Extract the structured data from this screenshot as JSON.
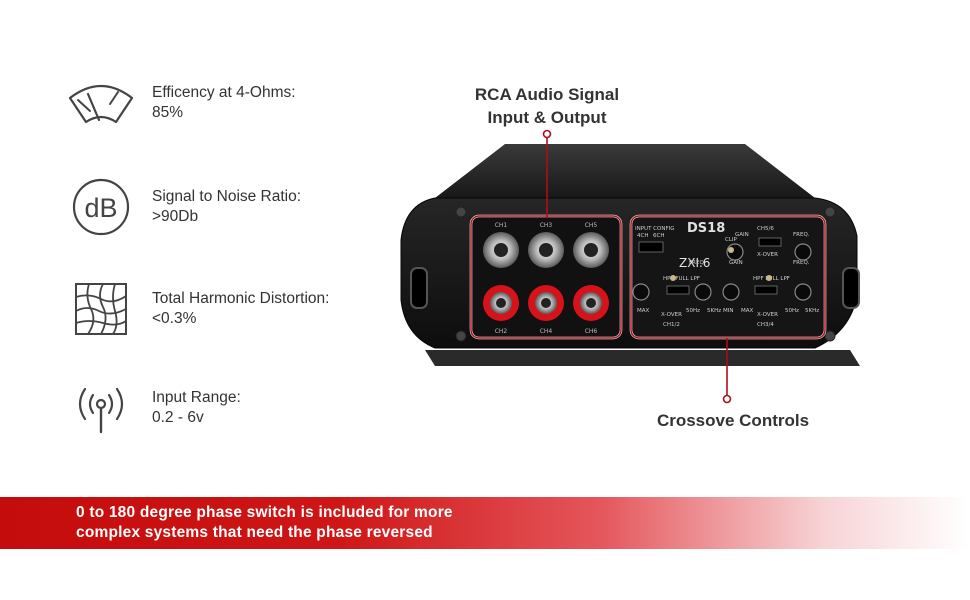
{
  "specs": [
    {
      "icon": "efficiency-gauge-icon",
      "label": "Efficency at 4-Ohms:",
      "value": "85%"
    },
    {
      "icon": "decibel-icon",
      "icon_text": "dB",
      "label": "Signal to Noise Ratio:",
      "value": ">90Db"
    },
    {
      "icon": "distortion-grid-icon",
      "label": "Total Harmonic Distortion:",
      "value": "<0.3%"
    },
    {
      "icon": "signal-antenna-icon",
      "label": "Input Range:",
      "value": "0.2 - 6v"
    }
  ],
  "callouts": {
    "rca_line1": "RCA Audio Signal",
    "rca_line2": "Input & Output",
    "crossover": "Crossove Controls"
  },
  "banner": {
    "line1": "0 to 180 degree phase switch is included for more",
    "line2": "complex systems that need the phase reversed"
  },
  "amplifier": {
    "brand": "DS18",
    "model": "ZXI.6",
    "rca_top_labels": [
      "CH1",
      "CH3",
      "CH5"
    ],
    "rca_bottom_labels": [
      "CH2",
      "CH4",
      "CH6"
    ],
    "panel": {
      "input_config": "INPUT CONFIG",
      "mode_a": "4CH",
      "mode_b": "6CH",
      "ch56": "CH5/6",
      "ch12": "CH1/2",
      "ch34": "CH3/4",
      "gain": "GAIN",
      "freq": "FREQ.",
      "clip": "CLIP",
      "min": "MIN",
      "max": "MAX",
      "xover": "X-OVER",
      "hpf_full_lpf": "HPF FULL LPF",
      "hz50": "50Hz",
      "khz5": "5KHz"
    }
  },
  "colors": {
    "accent_red": "#c40c0c",
    "rca_red": "#d6121a",
    "callout_line": "#b00d16",
    "amp_body": "#1a1a1a"
  }
}
